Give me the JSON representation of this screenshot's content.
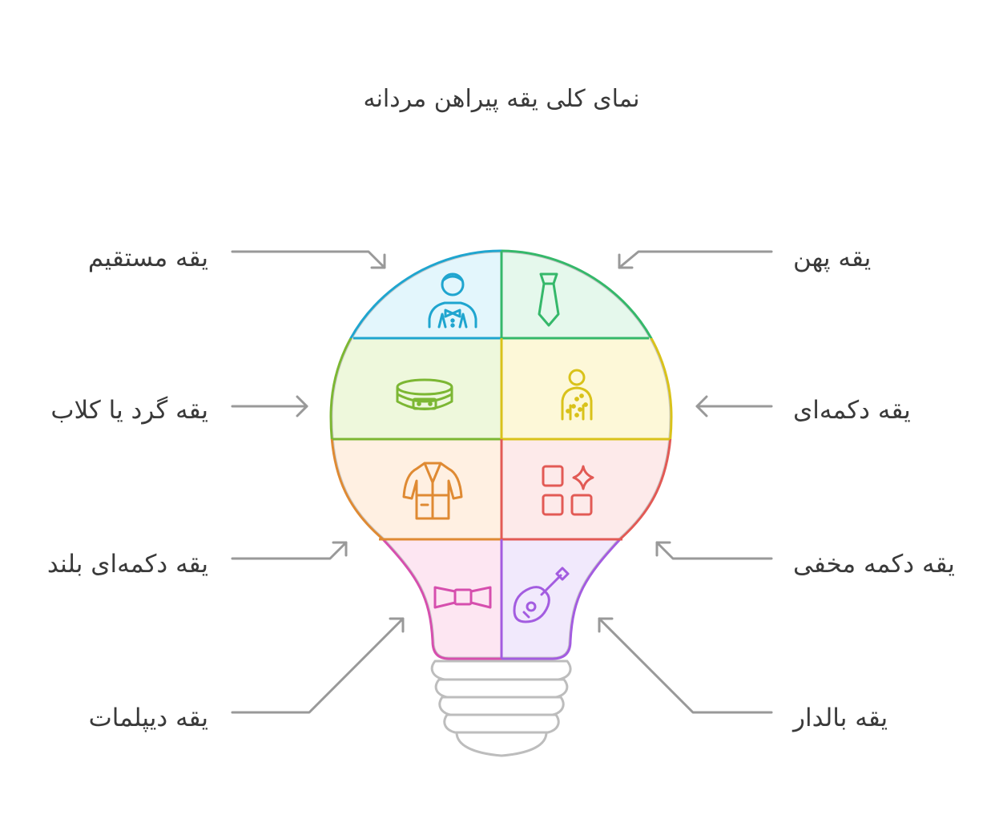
{
  "title": "نمای کلی یقه پیراهن مردانه",
  "labels": {
    "wide": "یقه پهن",
    "button": "یقه دکمه‌ای",
    "hidden_button": "یقه دکمه مخفی",
    "winged": "یقه بالدار",
    "straight": "یقه مستقیم",
    "round": "یقه گرد یا کلاب",
    "tall_button": "یقه دکمه‌ای بلند",
    "diplomat": "یقه دیپلمات"
  },
  "segments": [
    {
      "key": "straight",
      "icon": "businessman-bowtie-icon",
      "fill": "#e3f6fc",
      "stroke": "#1fa5cf"
    },
    {
      "key": "wide",
      "icon": "necktie-icon",
      "fill": "#e5f8ec",
      "stroke": "#35b86a"
    },
    {
      "key": "round",
      "icon": "collar-band-icon",
      "fill": "#eef8dc",
      "stroke": "#7cb733"
    },
    {
      "key": "button",
      "icon": "person-dots-icon",
      "fill": "#fdf8d8",
      "stroke": "#d9c21a"
    },
    {
      "key": "tall_button",
      "icon": "robe-icon",
      "fill": "#fff0e2",
      "stroke": "#df8a33"
    },
    {
      "key": "hidden_button",
      "icon": "grid-sparkle-icon",
      "fill": "#fdeaea",
      "stroke": "#e25a55"
    },
    {
      "key": "diplomat",
      "icon": "bowtie-icon",
      "fill": "#fde6f2",
      "stroke": "#d64fae"
    },
    {
      "key": "winged",
      "icon": "guitar-icon",
      "fill": "#f1e9fc",
      "stroke": "#a35ce0"
    }
  ],
  "arrow_color": "#999999"
}
